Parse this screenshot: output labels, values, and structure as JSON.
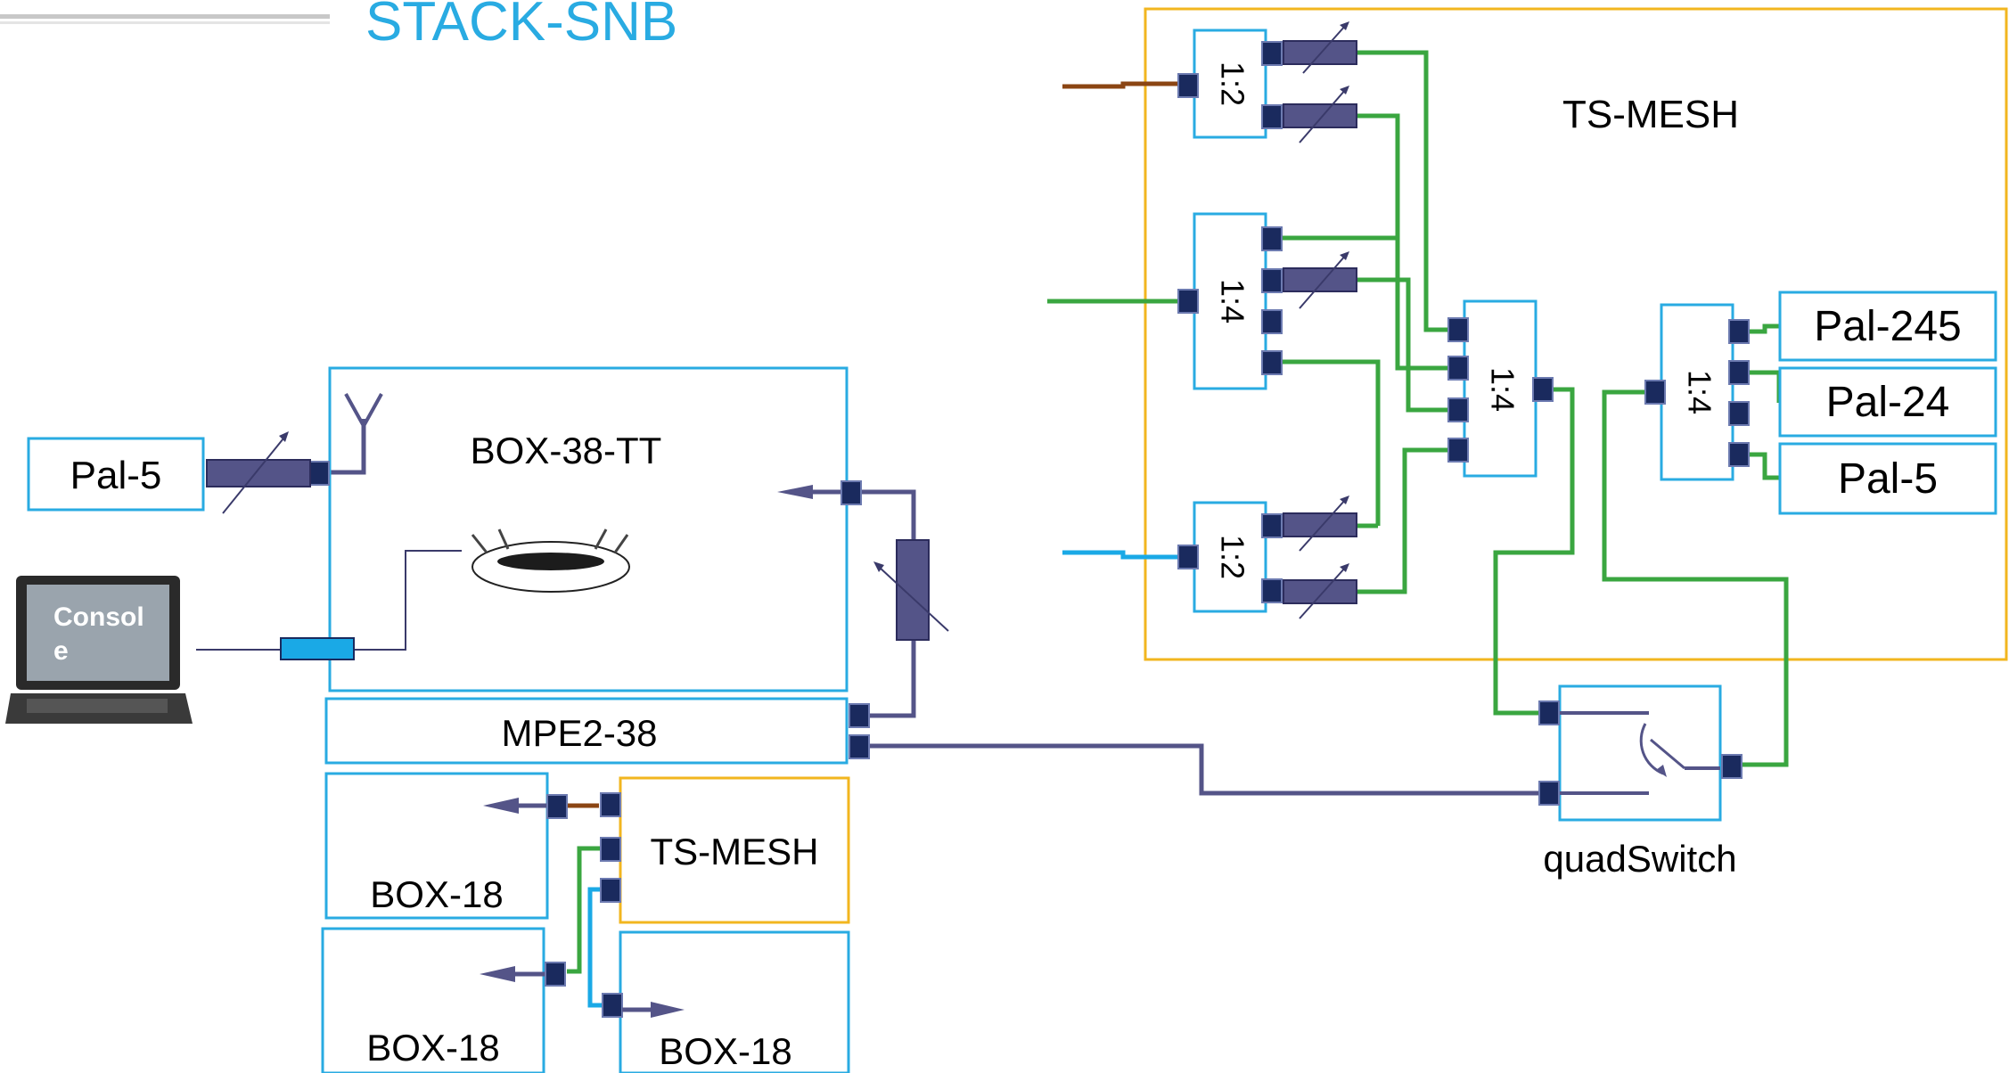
{
  "title": "STACK-SNB",
  "colors": {
    "title": "#29abe2",
    "box_border_blue": "#29abe2",
    "box_border_yellow": "#f2b61f",
    "wire_green": "#3aa640",
    "wire_navy": "#545488",
    "wire_brown": "#8b4513",
    "wire_cyan": "#1aa9e6"
  },
  "boxes": {
    "ts_mesh_main": "TS-MESH",
    "box_38_tt": "BOX-38-TT",
    "mpe2_38": "MPE2-38",
    "ts_mesh_small": "TS-MESH",
    "box_18_a": "BOX-18",
    "box_18_b": "BOX-18",
    "box_18_c": "BOX-18",
    "pal_5_left": "Pal-5",
    "pal_245": "Pal-245",
    "pal_24": "Pal-24",
    "pal_5_right": "Pal-5",
    "quad_switch": "quadSwitch"
  },
  "splitters": {
    "top": "1:2",
    "middle": "1:4",
    "bottom": "1:2",
    "combiner": "1:4",
    "right": "1:4"
  },
  "laptop": {
    "screen_text_line1": "Consol",
    "screen_text_line2": "e",
    "icon": "laptop-icon"
  },
  "router_icon": "router-icon",
  "antenna_icon": "antenna-icon",
  "switch_icon": "switch-icon"
}
